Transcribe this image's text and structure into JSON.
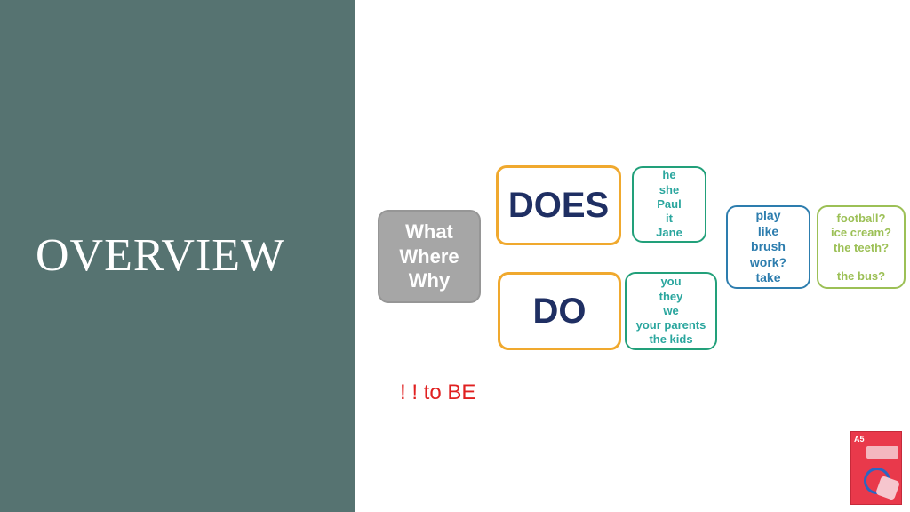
{
  "title": "OVERVIEW",
  "question_box": [
    "What",
    "Where",
    "Why"
  ],
  "aux_top": "DOES",
  "aux_bottom": "DO",
  "subjects_does": [
    "he",
    "she",
    "Paul",
    "it",
    "Jane"
  ],
  "subjects_do": [
    "you",
    "they",
    "we",
    "your parents",
    "the kids"
  ],
  "verbs": [
    "play",
    "like",
    "brush",
    "work?",
    "take"
  ],
  "objects": [
    "football?",
    "ice cream?",
    "the teeth?",
    "the bus?"
  ],
  "note": "! ! to BE",
  "book": {
    "label": "A5"
  },
  "colors": {
    "panel": "#567371",
    "question": "#a6a6a6",
    "aux_border": "#f0a92e",
    "aux_text": "#1f2f63",
    "subject": "#22a07a",
    "verb": "#2d7dae",
    "object": "#9cc056",
    "note": "#e02020"
  }
}
